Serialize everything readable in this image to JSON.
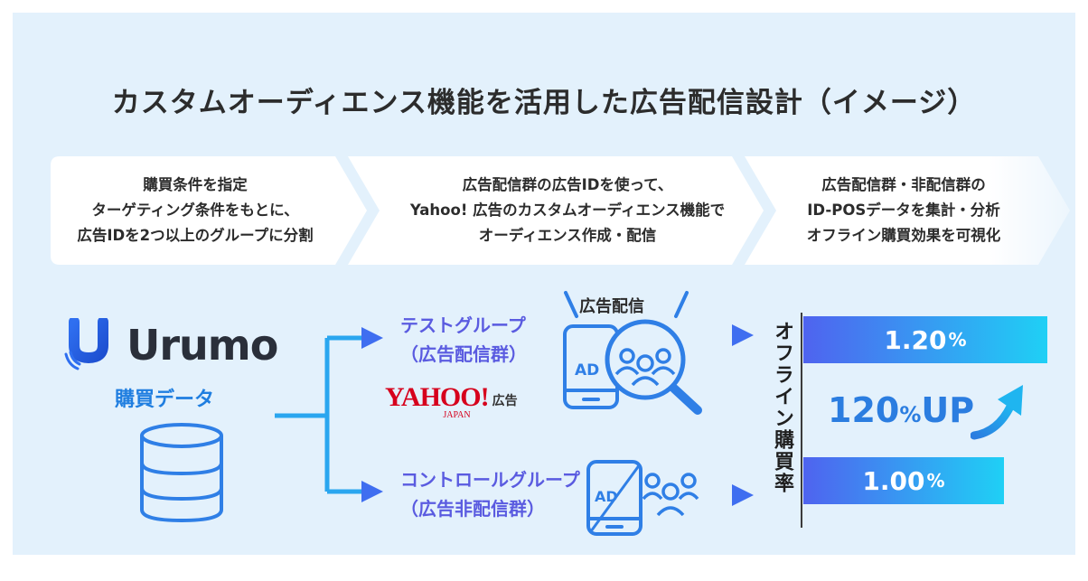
{
  "title": "カスタムオーディエンス機能を活用した広告配信設計（イメージ）",
  "steps": [
    {
      "lines": [
        "購買条件を指定",
        "ターゲティング条件をもとに、",
        "広告IDを2つ以上のグループに分割"
      ]
    },
    {
      "lines": [
        "広告配信群の広告IDを使って、",
        "Yahoo! 広告のカスタムオーディエンス機能で",
        "オーディエンス作成・配信"
      ]
    },
    {
      "lines": [
        "広告配信群・非配信群の",
        "ID-POSデータを集計・分析",
        "オフライン購買効果を可視化"
      ]
    }
  ],
  "source": {
    "logo": "Urumo",
    "label": "購買データ"
  },
  "groups": {
    "test": {
      "line1": "テストグループ",
      "line2": "（広告配信群）"
    },
    "control": {
      "line1": "コントロールグループ",
      "line2": "（広告非配信群）"
    }
  },
  "ad_delivery_label": "広告配信",
  "ad_badge": "AD",
  "yahoo": {
    "logo": "YAHOO!",
    "japan": "JAPAN",
    "suffix": "広告"
  },
  "metric_label": "オフライン購買率",
  "results": {
    "test": {
      "value": "1.20",
      "unit": "%"
    },
    "control": {
      "value": "1.00",
      "unit": "%"
    },
    "lift": {
      "value": "120",
      "unit": "%",
      "suffix": "UP"
    }
  },
  "colors": {
    "accent": "#2f7fe6",
    "purple": "#5a5be0",
    "bg": "#e3f1fc"
  }
}
